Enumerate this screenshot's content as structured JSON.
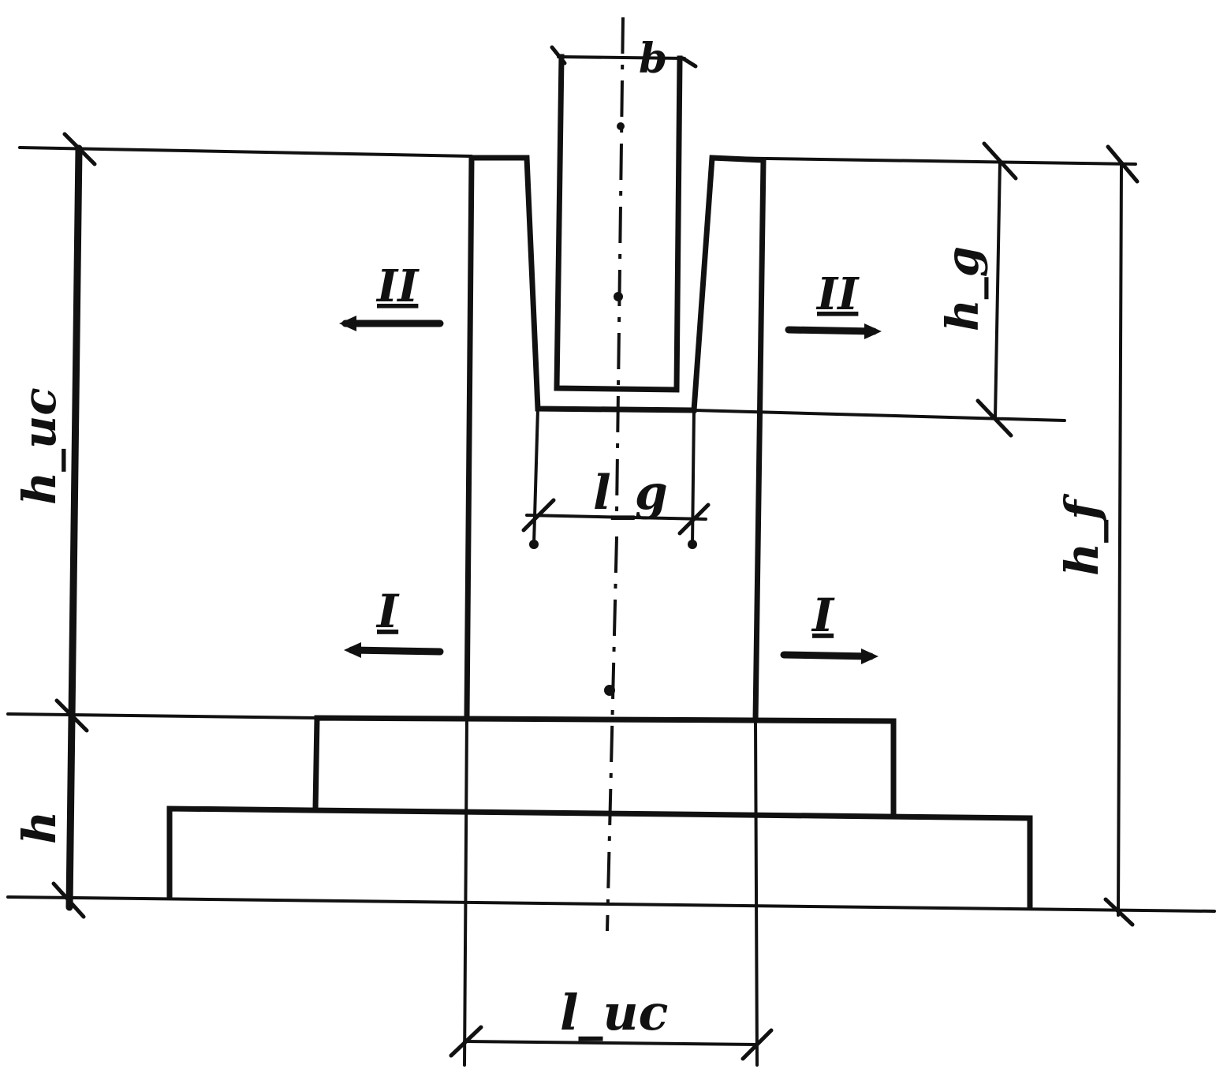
{
  "labels": {
    "column_width": "b",
    "total_height": "h_uc",
    "socket_depth": "h_g",
    "foundation_height": "h_f",
    "step_height": "h",
    "socket_width": "l_g",
    "pedestal_width": "l_uc"
  },
  "sections": {
    "upper_left": "II",
    "upper_right": "II",
    "lower_left": "I",
    "lower_right": "I"
  }
}
